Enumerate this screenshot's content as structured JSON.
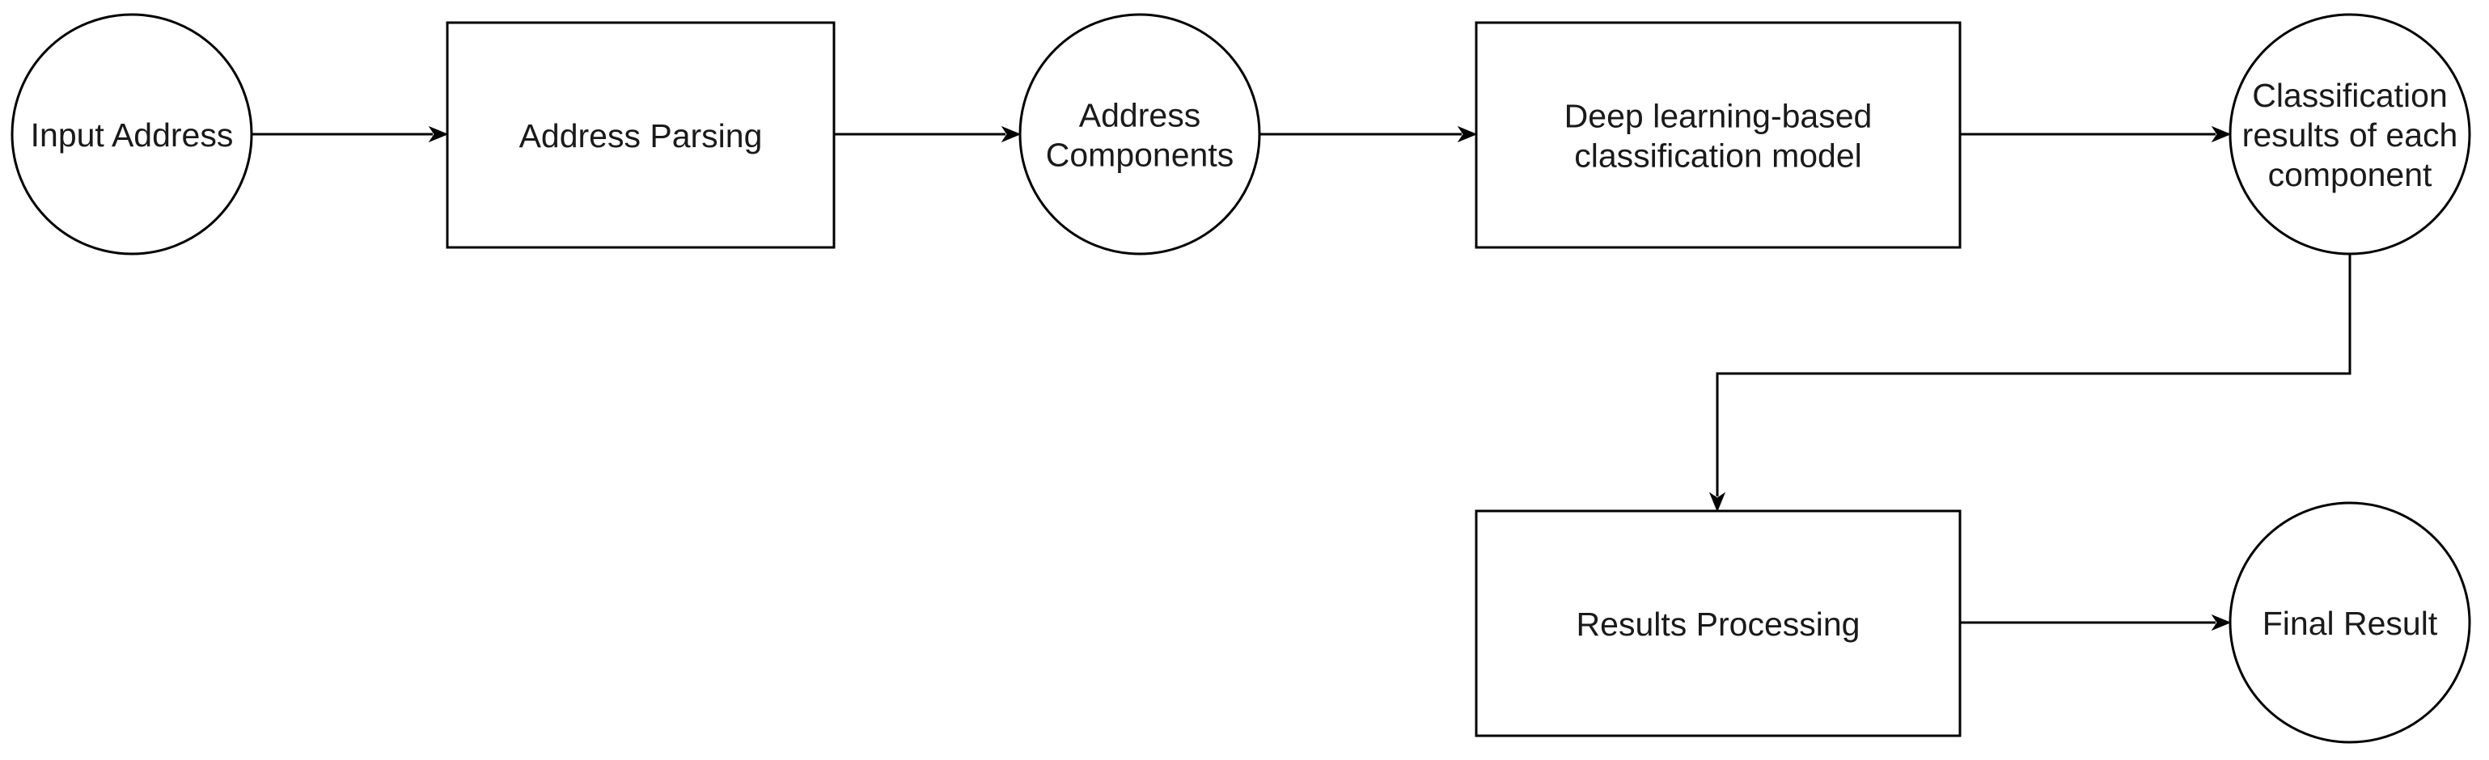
{
  "diagram": {
    "nodes": [
      {
        "id": "input-address",
        "shape": "circle",
        "lines": [
          "Input Address"
        ]
      },
      {
        "id": "address-parsing",
        "shape": "rect",
        "lines": [
          "Address Parsing"
        ]
      },
      {
        "id": "address-components",
        "shape": "circle",
        "lines": [
          "Address",
          "Components"
        ]
      },
      {
        "id": "classification-model",
        "shape": "rect",
        "lines": [
          "Deep learning-based",
          "classification model"
        ]
      },
      {
        "id": "classification-results",
        "shape": "circle",
        "lines": [
          "Classification",
          "results of each",
          "component"
        ]
      },
      {
        "id": "results-processing",
        "shape": "rect",
        "lines": [
          "Results Processing"
        ]
      },
      {
        "id": "final-result",
        "shape": "circle",
        "lines": [
          "Final Result"
        ]
      }
    ],
    "edges": [
      {
        "from": "input-address",
        "to": "address-parsing"
      },
      {
        "from": "address-parsing",
        "to": "address-components"
      },
      {
        "from": "address-components",
        "to": "classification-model"
      },
      {
        "from": "classification-model",
        "to": "classification-results"
      },
      {
        "from": "classification-results",
        "to": "results-processing"
      },
      {
        "from": "results-processing",
        "to": "final-result"
      }
    ]
  }
}
